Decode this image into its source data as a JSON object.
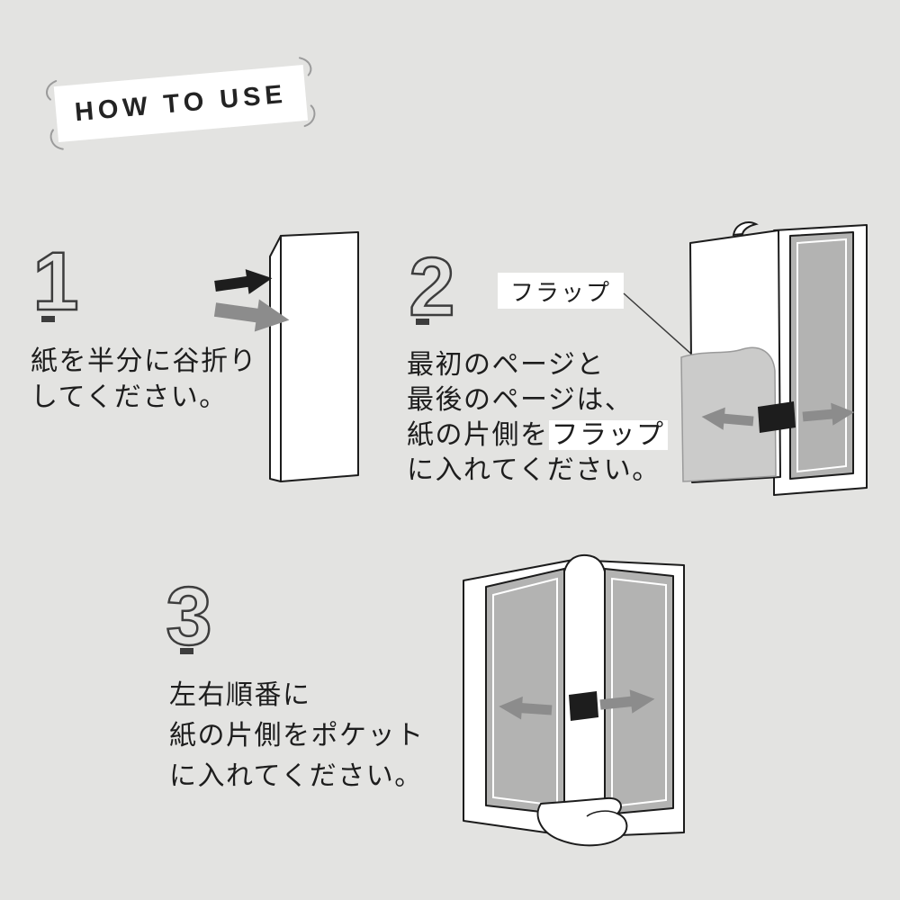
{
  "banner": {
    "title": "HOW TO USE"
  },
  "steps": {
    "step1": {
      "number": "1",
      "line1": "紙を半分に谷折り",
      "line2": "してください。"
    },
    "step2": {
      "number": "2",
      "flap_label": "フラップ",
      "line1": "最初のページと",
      "line2": "最後のページは、",
      "line3_prefix": "紙の片側を",
      "line3_highlight": "フラップ",
      "line4": "に入れてください。"
    },
    "step3": {
      "number": "3",
      "line1": "左右順番に",
      "line2": "紙の片側をポケット",
      "line3": "に入れてください。"
    }
  },
  "colors": {
    "background": "#e3e3e1",
    "ink": "#1c1c1c",
    "number_outline": "#3d3d3d",
    "arrow_gray": "#8c8c8c",
    "panel_gray": "#b3b3b2",
    "flap_gray": "#cbcbca",
    "white": "#ffffff"
  }
}
